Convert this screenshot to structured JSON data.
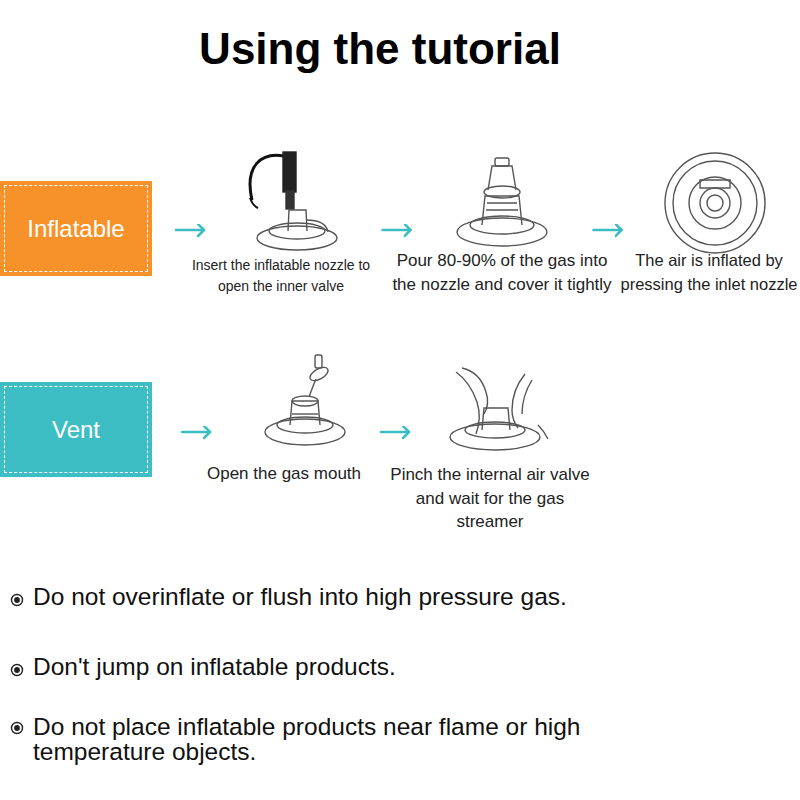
{
  "diagram": {
    "title": "Using the tutorial",
    "nodes": [
      {
        "text": [
          "Inflatable"
        ]
      },
      {
        "text": [
          "Insert the inflatable nozzle to open the inner valve"
        ]
      },
      {
        "text": [
          "Pour 80-90% of the gas into the nozzle and cover it tightly"
        ]
      },
      {
        "text": [
          "The air is inflated by pressing the inlet nozzle"
        ]
      },
      {
        "text": [
          "Vent"
        ]
      },
      {
        "text": [
          "Open the gas mouth"
        ]
      },
      {
        "text": [
          "Pinch the internal air valve and wait for the gas streamer"
        ]
      }
    ],
    "edges": [
      {
        "from": 0,
        "to": 1,
        "arrow": "to"
      },
      {
        "from": 1,
        "to": 2,
        "arrow": "to"
      },
      {
        "from": 2,
        "to": 3,
        "arrow": "to"
      },
      {
        "from": 4,
        "to": 5,
        "arrow": "to"
      },
      {
        "from": 5,
        "to": 6,
        "arrow": "to"
      }
    ],
    "labels": [
      "Do not overinflate or flush into high pressure gas.",
      "Don't jump on inflatable products.",
      "Do not place inflatable products near flame or high temperature objects."
    ]
  }
}
